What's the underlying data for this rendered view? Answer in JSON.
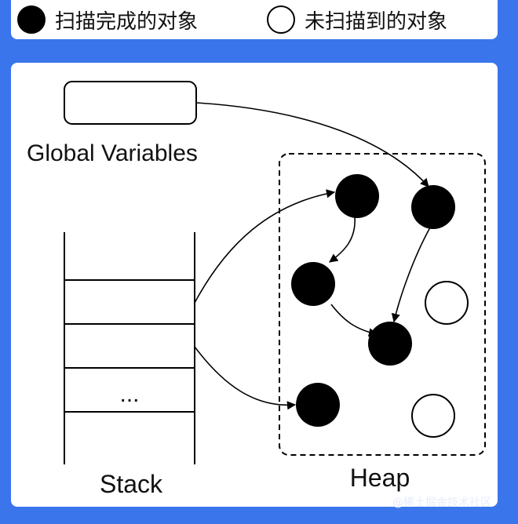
{
  "legend": {
    "scanned_label": "扫描完成的对象",
    "unscanned_label": "未扫描到的对象"
  },
  "diagram": {
    "global_variables_label": "Global Variables",
    "stack_label": "Stack",
    "stack_ellipsis": "...",
    "heap_label": "Heap"
  },
  "watermark": "@稀土掘金技术社区",
  "colors": {
    "background": "#3A75EC",
    "panel": "#FFFFFF",
    "scanned_object": "#000000",
    "unscanned_object": "#FFFFFF"
  }
}
